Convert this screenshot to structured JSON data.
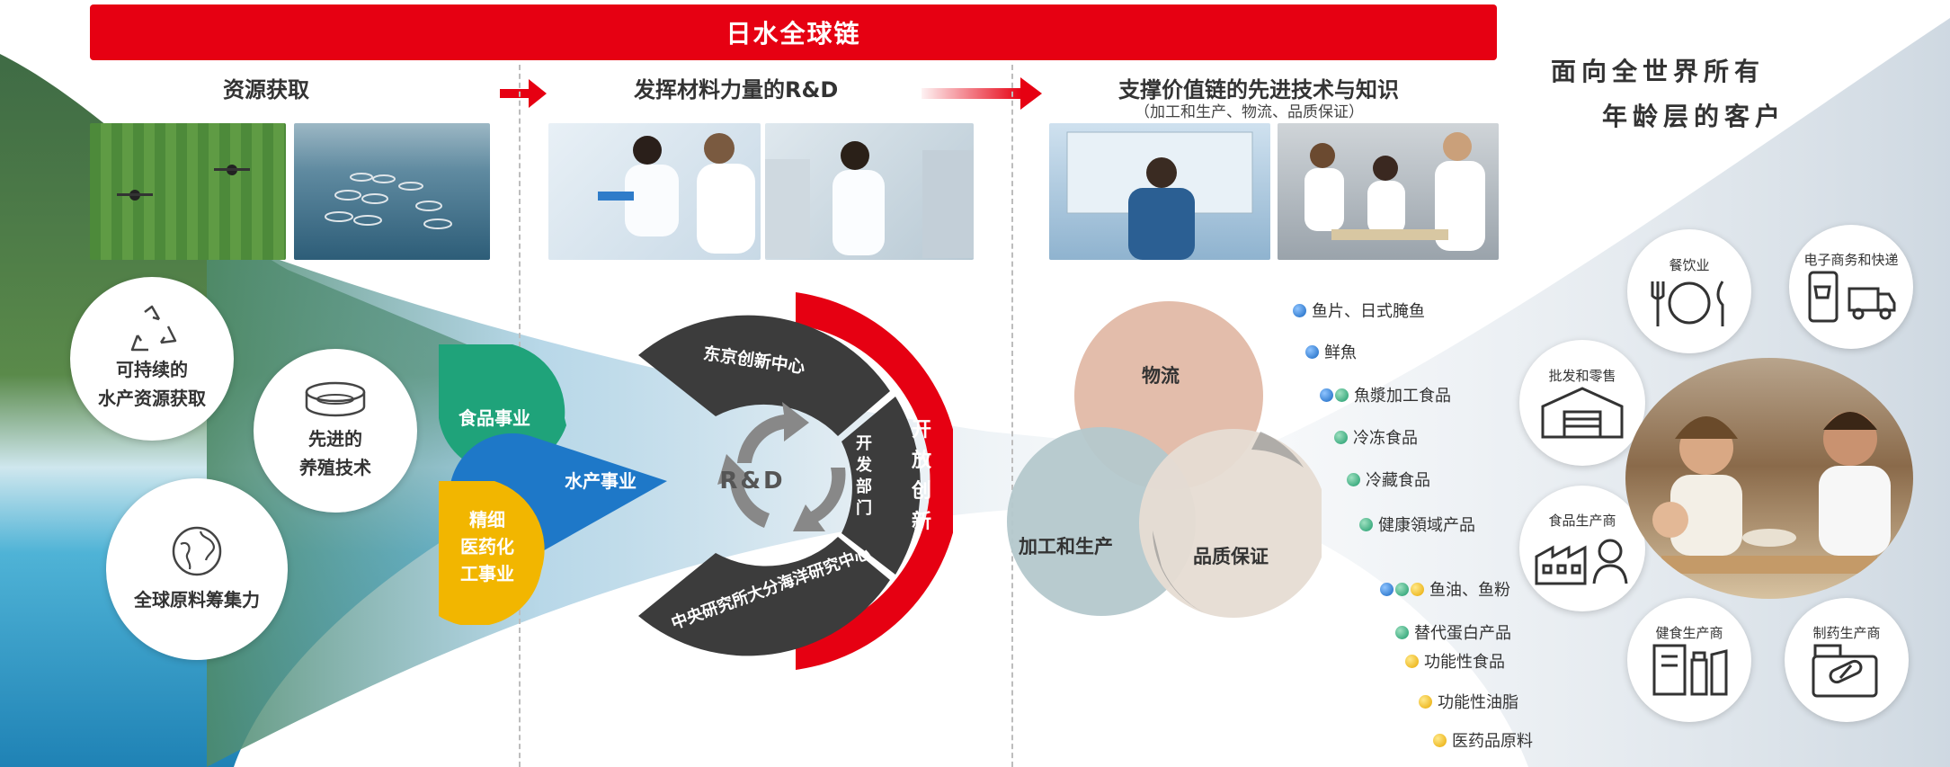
{
  "banner": {
    "title": "日水全球链"
  },
  "sections": {
    "resource": "资源获取",
    "rd": "发挥材料力量的R&D",
    "tech": "支撑价值链的先进技术与知识",
    "tech_sub": "（加工和生产、物流、品质保证）"
  },
  "customers_title": {
    "line1": "面向全世界所有",
    "line2": "年龄层的客户"
  },
  "resource_circles": {
    "sustainable": "可持续的\n水产资源获取",
    "farming": "先进的\n养殖技术",
    "global": "全球原料筹集力"
  },
  "businesses": {
    "food": "食品事业",
    "fishery": "水产事业",
    "fine_chem": "精细\n医药化\n工事业"
  },
  "rd_ring": {
    "center": "R&D",
    "tokyo": "东京创新中心",
    "dev": "开发\n部门",
    "central": "中央研究所大分海洋研究中心",
    "open": "开\n放\n创\n新"
  },
  "venn": {
    "logistics": "物流",
    "processing": "加工和生产",
    "quality": "品质保证"
  },
  "products": [
    {
      "label": "鱼片、日式腌鱼",
      "dots": [
        "blue"
      ]
    },
    {
      "label": "鲜魚",
      "dots": [
        "blue"
      ]
    },
    {
      "label": "魚漿加工食品",
      "dots": [
        "blue",
        "green"
      ]
    },
    {
      "label": "冷冻食品",
      "dots": [
        "green"
      ]
    },
    {
      "label": "冷藏食品",
      "dots": [
        "green"
      ]
    },
    {
      "label": "健康領域产品",
      "dots": [
        "green"
      ]
    },
    {
      "label": "鱼油、鱼粉",
      "dots": [
        "blue",
        "green",
        "yellow"
      ]
    },
    {
      "label": "替代蛋白产品",
      "dots": [
        "green"
      ]
    },
    {
      "label": "功能性食品",
      "dots": [
        "yellow"
      ]
    },
    {
      "label": "功能性油脂",
      "dots": [
        "yellow"
      ]
    },
    {
      "label": "医药品原料",
      "dots": [
        "yellow"
      ]
    }
  ],
  "customers": {
    "restaurant": "餐饮业",
    "ecommerce": "电子商务和快递",
    "wholesale": "批发和零售",
    "food_maker": "食品生产商",
    "health_maker": "健食生产商",
    "pharma_maker": "制药生产商"
  },
  "colors": {
    "brand_red": "#e60012",
    "food_green": "#1fa37a",
    "fishery_blue": "#1e78c8",
    "fine_yellow": "#f2b600",
    "ring_dark": "#3c3c3c",
    "venn_logistics": "#e2b9a6",
    "venn_processing": "#b4c8cc",
    "venn_quality": "#e6dcd3"
  }
}
